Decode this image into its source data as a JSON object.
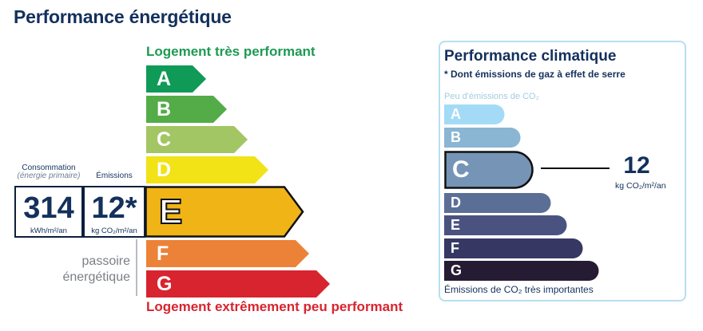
{
  "title": "Performance énergétique",
  "dpe": {
    "top_label": "Logement très performant",
    "bottom_label": "Logement extrêmement peu performant",
    "current_class": "E",
    "classes": [
      {
        "letter": "A",
        "color": "#109a57"
      },
      {
        "letter": "B",
        "color": "#53ac47"
      },
      {
        "letter": "C",
        "color": "#a3c664"
      },
      {
        "letter": "D",
        "color": "#f1e315"
      },
      {
        "letter": "E",
        "color": "#f0b417"
      },
      {
        "letter": "F",
        "color": "#ec8237"
      },
      {
        "letter": "G",
        "color": "#d8242f"
      }
    ],
    "consumption": {
      "label": "Consommation",
      "sublabel": "(énergie primaire)",
      "value": "314",
      "unit": "kWh/m²/an"
    },
    "emissions": {
      "label": "Émissions",
      "value": "12*",
      "unit": "kg CO₂/m²/an"
    },
    "passoire_line1": "passoire",
    "passoire_line2": "énergétique"
  },
  "ges": {
    "title": "Performance climatique",
    "subtitle": "* Dont émissions de gaz à effet de serre",
    "top_label": "Peu d'émissions de CO₂",
    "bottom_label": "Émissions de CO₂ très importantes",
    "current_class": "C",
    "value": "12",
    "unit": "kg CO₂/m²/an",
    "classes": [
      {
        "letter": "A",
        "color": "#a3dbf7"
      },
      {
        "letter": "B",
        "color": "#8ab5d3"
      },
      {
        "letter": "C",
        "color": "#7695b6"
      },
      {
        "letter": "D",
        "color": "#5b6f96"
      },
      {
        "letter": "E",
        "color": "#4a5380"
      },
      {
        "letter": "F",
        "color": "#363863"
      },
      {
        "letter": "G",
        "color": "#251c33"
      }
    ]
  }
}
